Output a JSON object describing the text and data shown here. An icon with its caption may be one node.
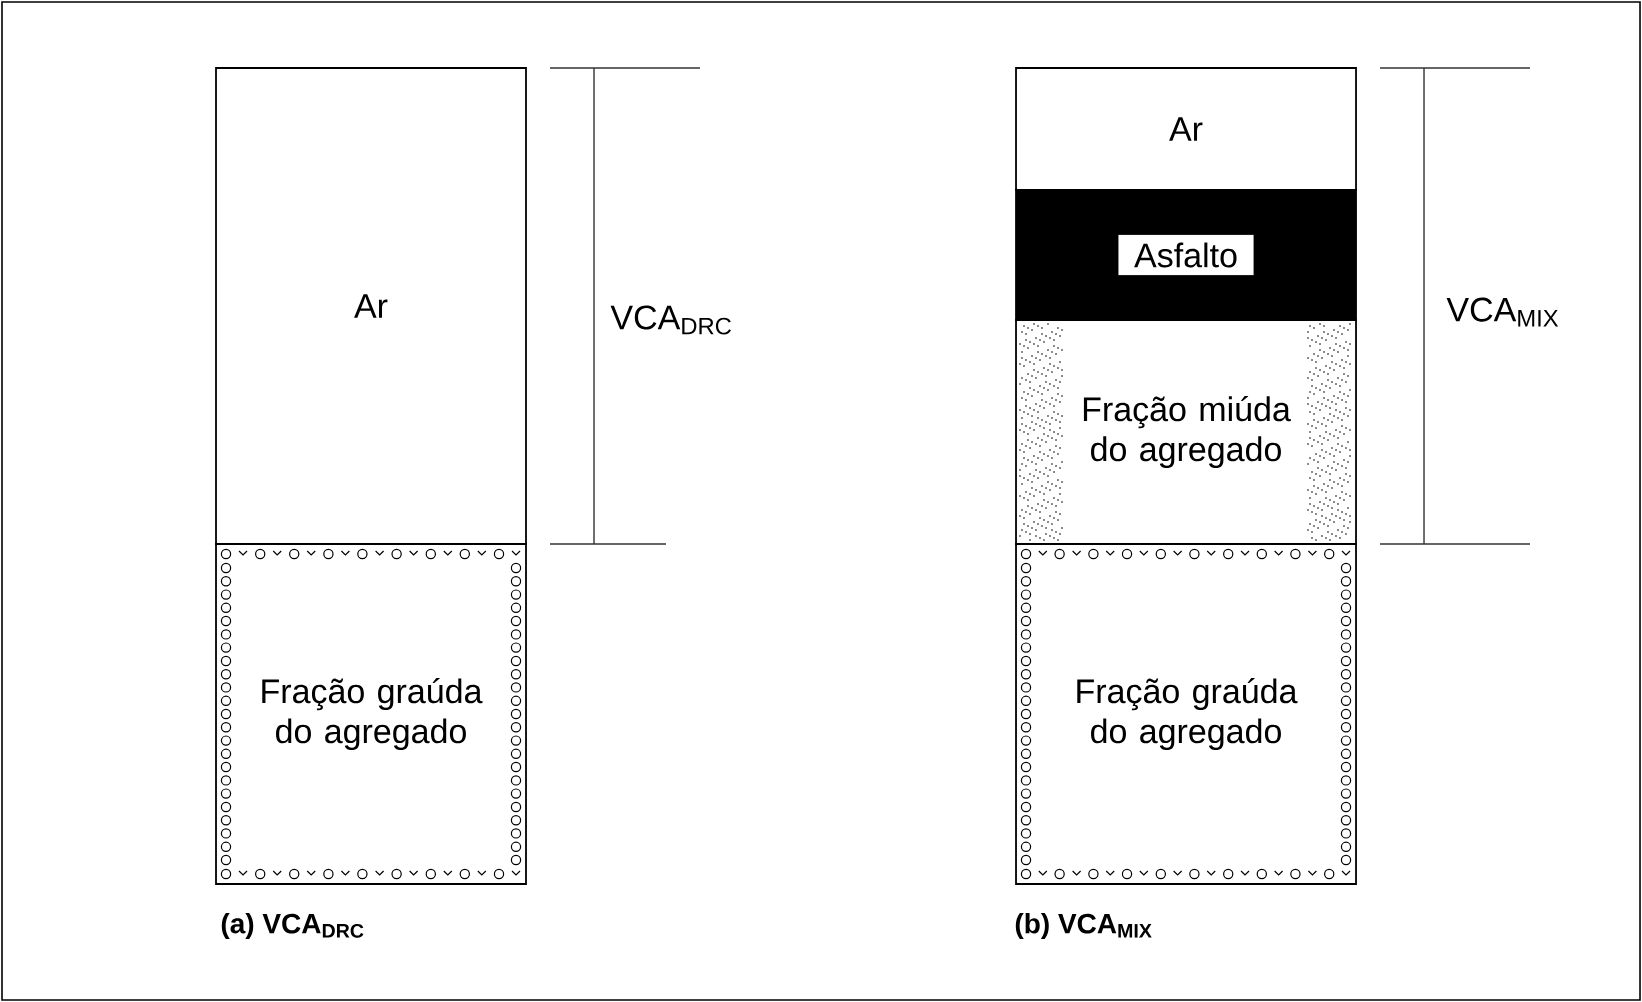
{
  "diagram": {
    "nodes": [
      {
        "text": [
          "Ar"
        ]
      },
      {
        "text": [
          "Fração graúda do agregado"
        ]
      },
      {
        "text": [
          "Ar"
        ]
      },
      {
        "text": [
          "Asfalto"
        ]
      },
      {
        "text": [
          "Fração miúda do agregado"
        ]
      },
      {
        "text": [
          "Fração graúda do agregado"
        ]
      }
    ],
    "labels": [
      "VCA$_{DRC}$",
      "VCA$_{MIX}$",
      "(a) VCA$_{DRC}$",
      "(b) VCA$_{MIX}$"
    ]
  }
}
